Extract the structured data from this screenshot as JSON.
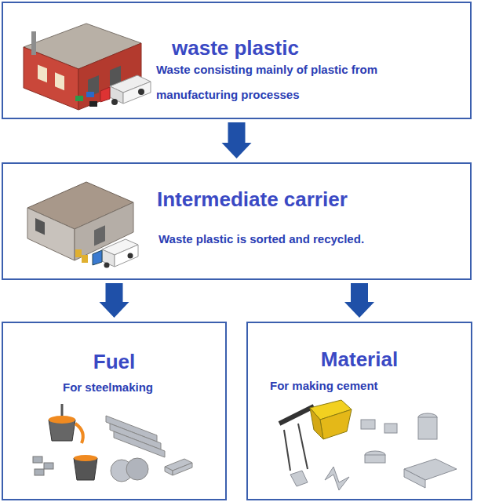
{
  "diagram": {
    "nodes": [
      {
        "text": [
          "waste plastic",
          "Waste consisting mainly of plastic from manufacturing processes"
        ]
      },
      {
        "text": [
          "Intermediate carrier",
          "Waste plastic is sorted and recycled."
        ]
      },
      {
        "text": [
          "Fuel",
          "For steelmaking"
        ]
      },
      {
        "text": [
          "Material",
          "For making cement"
        ]
      }
    ],
    "edges": [
      {
        "from": 0,
        "to": 1,
        "arrow": "to"
      },
      {
        "from": 1,
        "to": 2,
        "arrow": "to"
      },
      {
        "from": 1,
        "to": 3,
        "arrow": "to"
      }
    ]
  }
}
